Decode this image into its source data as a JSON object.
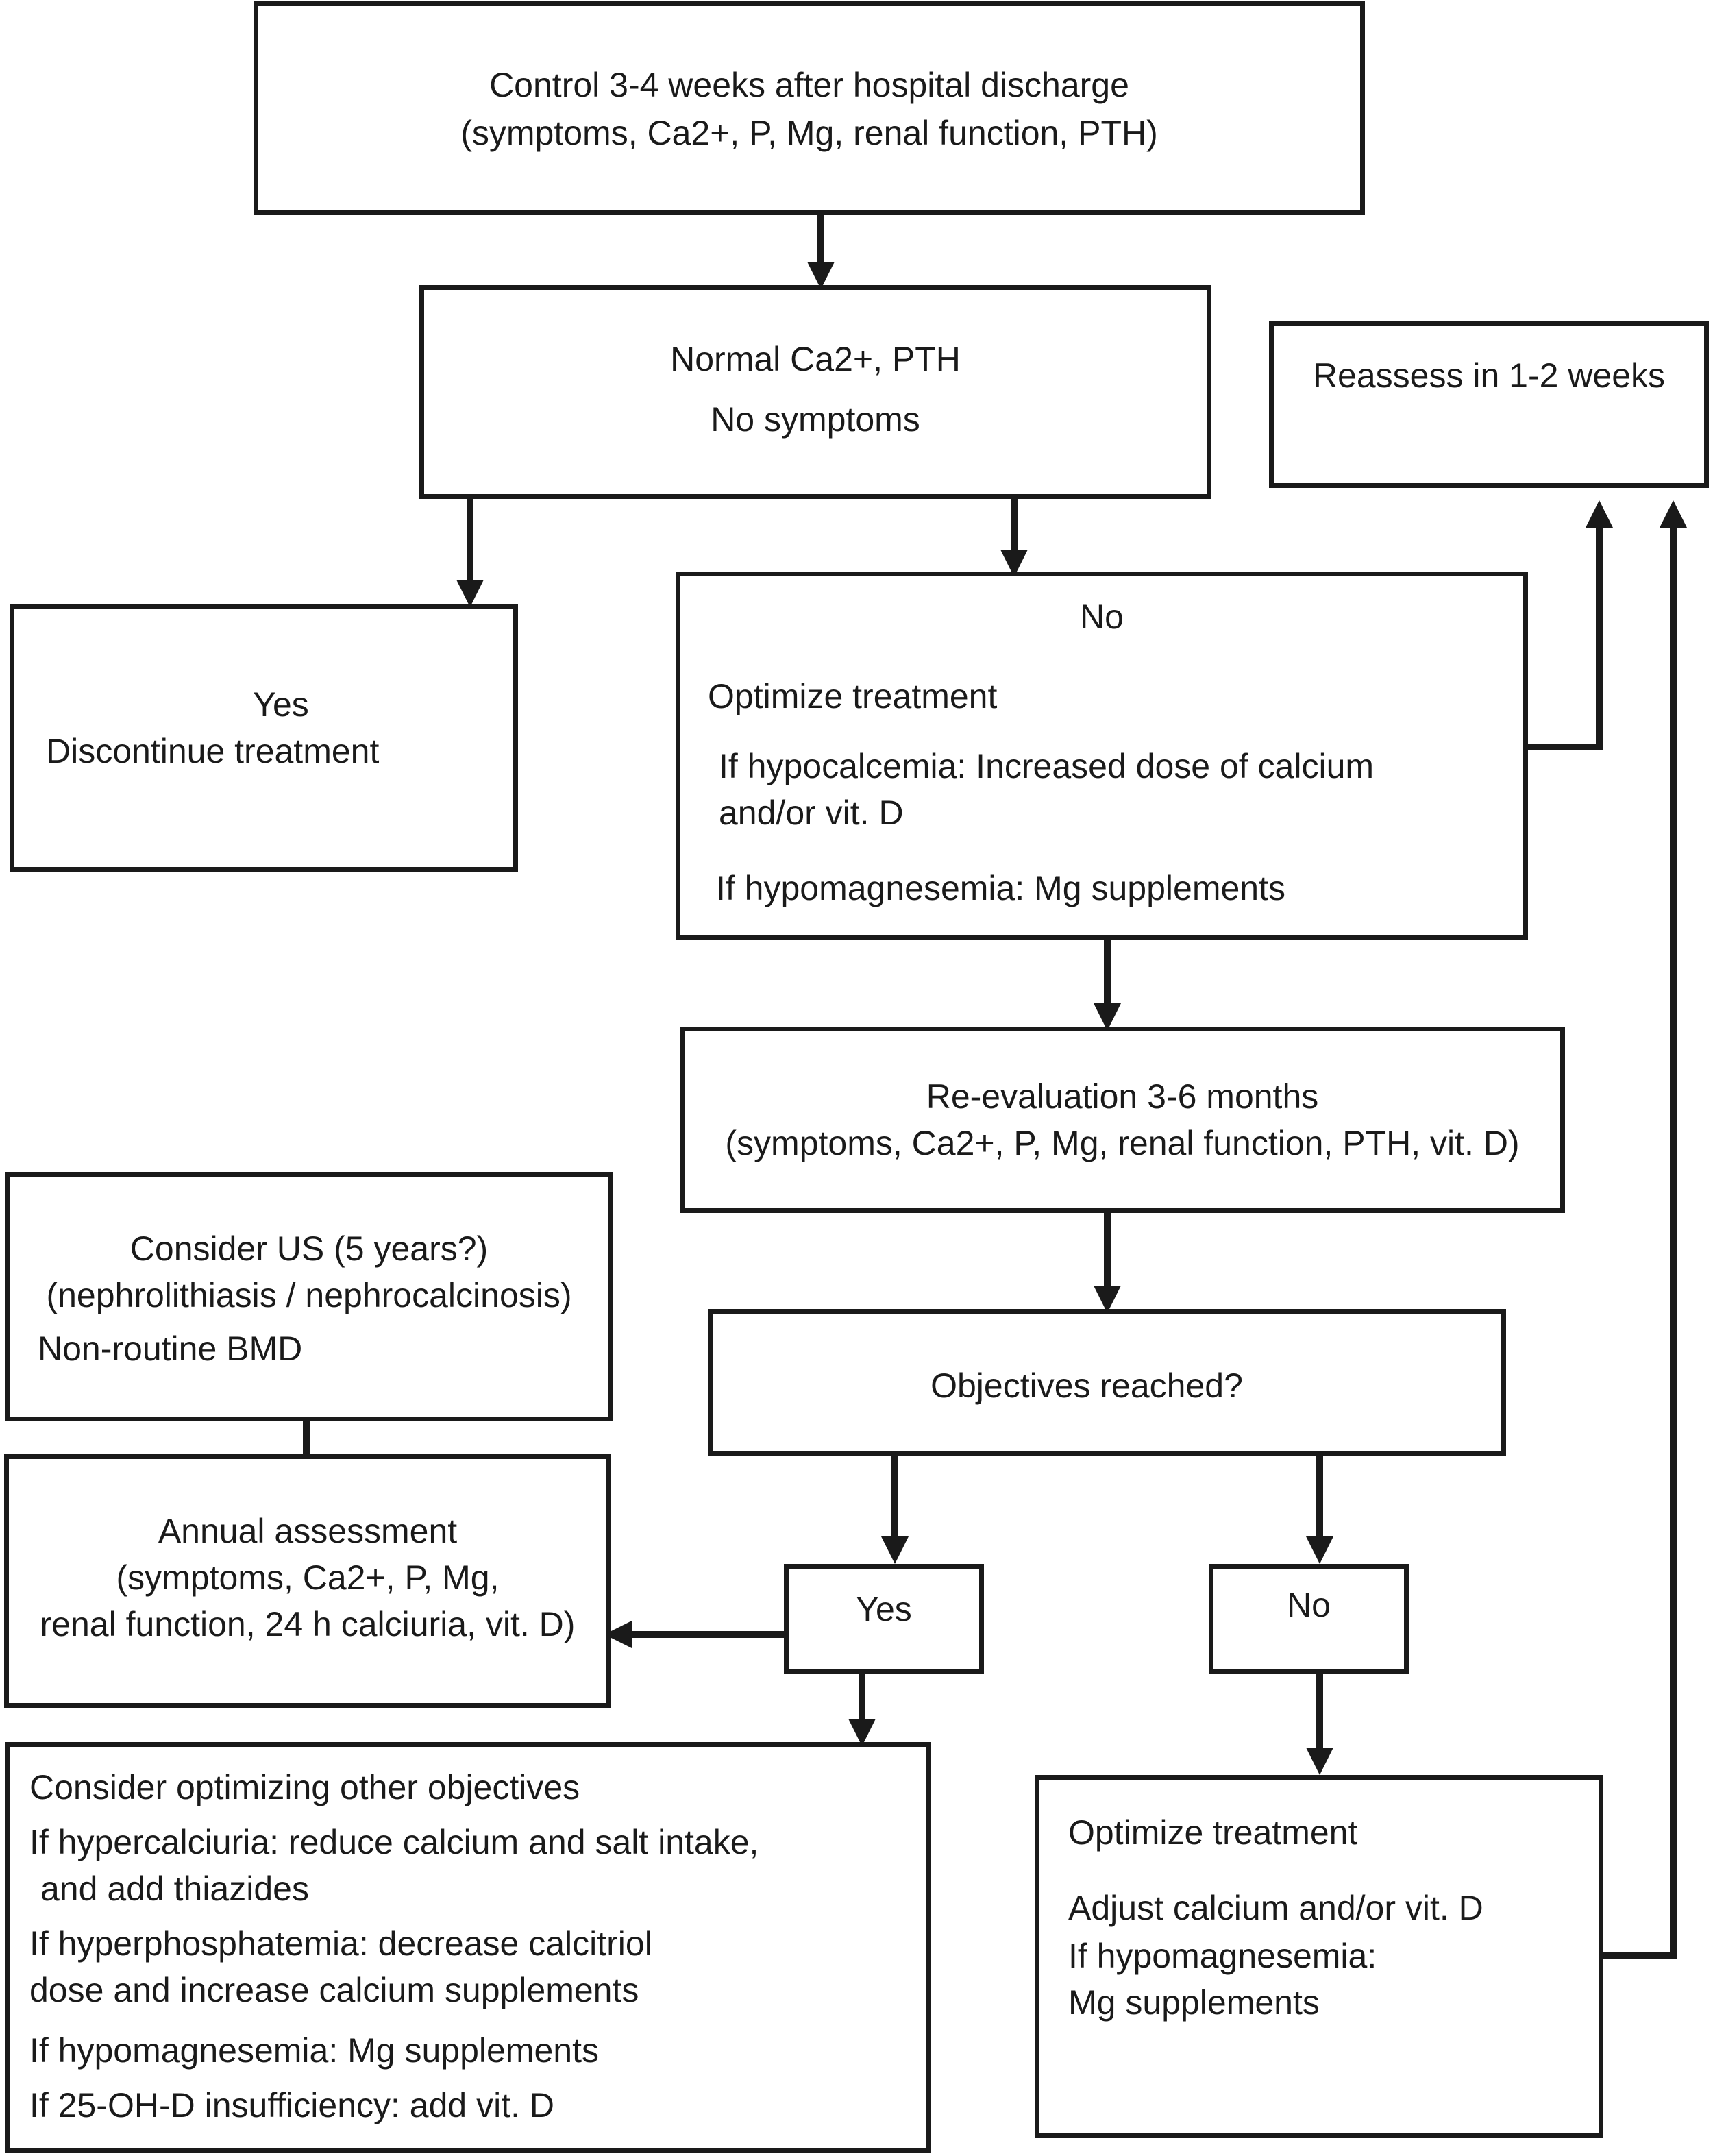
{
  "colors": {
    "line": "#1a1a1a",
    "background": "#ffffff"
  },
  "boxes": {
    "control": {
      "line1": "Control 3-4 weeks after hospital discharge",
      "line2": "(symptoms, Ca2+, P, Mg, renal function, PTH)"
    },
    "normal": {
      "line1": "Normal Ca2+, PTH",
      "line2": "No symptoms"
    },
    "reassess": {
      "line1": "Reassess in 1-2 weeks"
    },
    "yes_discontinue": {
      "line1": "Yes",
      "line2": "Discontinue treatment"
    },
    "no_optimize": {
      "line1": "No",
      "line2": "Optimize treatment",
      "line3": "If hypocalcemia: Increased dose of calcium",
      "line4": "and/or vit. D",
      "line5": "If hypomagnesemia: Mg supplements"
    },
    "reevaluation": {
      "line1": "Re-evaluation 3-6 months",
      "line2": "(symptoms, Ca2+, P, Mg, renal function, PTH, vit. D)"
    },
    "consider_us": {
      "line1": "Consider US (5 years?)",
      "line2": "(nephrolithiasis / nephrocalcinosis)",
      "line3": "Non-routine BMD"
    },
    "objectives": {
      "line1": "Objectives reached?"
    },
    "annual": {
      "line1": "Annual assessment",
      "line2": "(symptoms, Ca2+, P, Mg,",
      "line3": "renal function, 24 h calciuria, vit. D)"
    },
    "yes2": {
      "line1": "Yes"
    },
    "no2": {
      "line1": "No"
    },
    "consider_optimizing": {
      "line1": "Consider optimizing other objectives",
      "line2": "If hypercalciuria: reduce calcium and salt intake,",
      "line3": "and add thiazides",
      "line4": "If hyperphosphatemia: decrease calcitriol",
      "line5": "dose and increase calcium supplements",
      "line6": "If hypomagnesemia: Mg supplements",
      "line7": "If 25-OH-D insufficiency: add vit. D"
    },
    "optimize2": {
      "line1": "Optimize treatment",
      "line2": "Adjust calcium and/or vit. D",
      "line3": "If hypomagnesemia:",
      "line4": "Mg supplements"
    }
  }
}
